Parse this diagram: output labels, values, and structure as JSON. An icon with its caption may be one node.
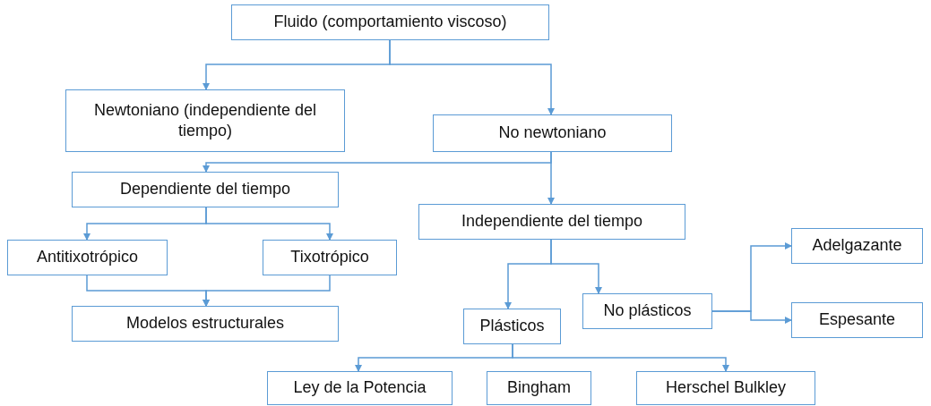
{
  "diagram": {
    "nodes": [
      {
        "text": [
          "Fluido (comportamiento viscoso)"
        ]
      },
      {
        "text": [
          "Newtoniano (independiente del tiempo)"
        ]
      },
      {
        "text": [
          "No newtoniano"
        ]
      },
      {
        "text": [
          "Dependiente del tiempo"
        ]
      },
      {
        "text": [
          "Independiente del tiempo"
        ]
      },
      {
        "text": [
          "Antitixotrópico"
        ]
      },
      {
        "text": [
          "Tixotrópico"
        ]
      },
      {
        "text": [
          "Adelgazante"
        ]
      },
      {
        "text": [
          "Modelos estructurales"
        ]
      },
      {
        "text": [
          "Plásticos"
        ]
      },
      {
        "text": [
          "No plásticos"
        ]
      },
      {
        "text": [
          "Espesante"
        ]
      },
      {
        "text": [
          "Ley de la Potencia"
        ]
      },
      {
        "text": [
          "Bingham"
        ]
      },
      {
        "text": [
          "Herschel Bulkley"
        ]
      }
    ],
    "edges": [
      {
        "from": 0,
        "to": 1,
        "arrow": "to"
      },
      {
        "from": 0,
        "to": 2,
        "arrow": "to"
      },
      {
        "from": 2,
        "to": 3,
        "arrow": "to"
      },
      {
        "from": 2,
        "to": 4,
        "arrow": "to"
      },
      {
        "from": 3,
        "to": 5,
        "arrow": "to"
      },
      {
        "from": 3,
        "to": 6,
        "arrow": "to"
      },
      {
        "from": 5,
        "to": 8,
        "arrow": "to"
      },
      {
        "from": 6,
        "to": 8,
        "arrow": "to"
      },
      {
        "from": 4,
        "to": 9,
        "arrow": "to"
      },
      {
        "from": 4,
        "to": 10,
        "arrow": "to"
      },
      {
        "from": 10,
        "to": 7,
        "arrow": "to"
      },
      {
        "from": 10,
        "to": 11,
        "arrow": "to"
      },
      {
        "from": 9,
        "to": 12,
        "arrow": "to"
      },
      {
        "from": 9,
        "to": 14,
        "arrow": "to"
      }
    ]
  }
}
